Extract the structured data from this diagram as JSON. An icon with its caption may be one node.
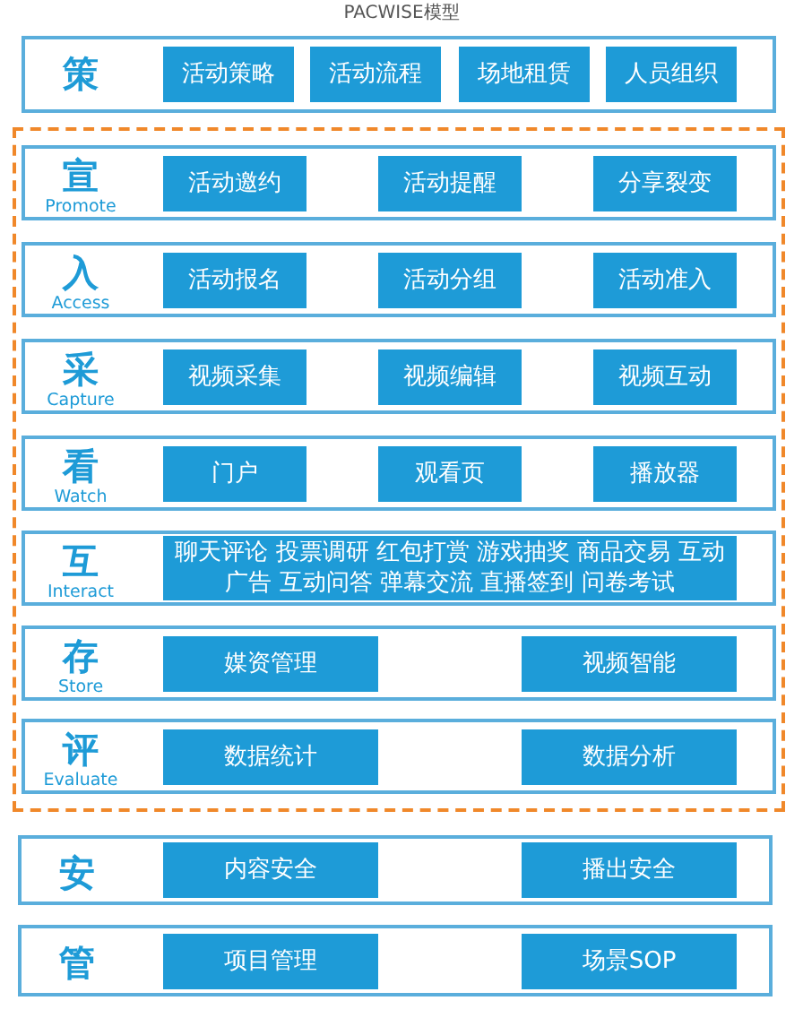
{
  "diagram": {
    "title": "PACWISE模型",
    "nodes": [
      {
        "text": [
          "策"
        ]
      },
      {
        "text": [
          "活动策略"
        ],
        "in": 0
      },
      {
        "text": [
          "活动流程"
        ],
        "in": 0
      },
      {
        "text": [
          "场地租赁"
        ],
        "in": 0
      },
      {
        "text": [
          "人员组织"
        ],
        "in": 0
      },
      {
        "text": [],
        "shape": "box"
      },
      {
        "text": [
          "宣",
          "Promote"
        ],
        "in": 5
      },
      {
        "text": [
          "活动邀约"
        ],
        "in": 6
      },
      {
        "text": [
          "活动提醒"
        ],
        "in": 6
      },
      {
        "text": [
          "分享裂变"
        ],
        "in": 6
      },
      {
        "text": [
          "入",
          "Access"
        ],
        "in": 5
      },
      {
        "text": [
          "活动报名"
        ],
        "in": 10
      },
      {
        "text": [
          "活动分组"
        ],
        "in": 10
      },
      {
        "text": [
          "活动准入"
        ],
        "in": 10
      },
      {
        "text": [
          "采",
          "Capture"
        ],
        "in": 5
      },
      {
        "text": [
          "视频采集"
        ],
        "in": 14
      },
      {
        "text": [
          "视频编辑"
        ],
        "in": 14
      },
      {
        "text": [
          "视频互动"
        ],
        "in": 14
      },
      {
        "text": [
          "看",
          "Watch"
        ],
        "in": 5
      },
      {
        "text": [
          "门户"
        ],
        "in": 18
      },
      {
        "text": [
          "观看页"
        ],
        "in": 18
      },
      {
        "text": [
          "播放器"
        ],
        "in": 18
      },
      {
        "text": [
          "互",
          "Interact"
        ],
        "in": 5
      },
      {
        "text": [
          "聊天评论 投票调研 红包打赏 游戏抽奖 商品交易 互动广告 互动问答 弹幕交流 直播签到 问卷考试"
        ],
        "in": 22
      },
      {
        "text": [
          "存",
          "Store"
        ],
        "in": 5
      },
      {
        "text": [
          "媒资管理"
        ],
        "in": 24
      },
      {
        "text": [
          "视频智能"
        ],
        "in": 24
      },
      {
        "text": [
          "评",
          "Evaluate"
        ],
        "in": 5
      },
      {
        "text": [
          "数据统计"
        ],
        "in": 27
      },
      {
        "text": [
          "数据分析"
        ],
        "in": 27
      },
      {
        "text": [
          "安"
        ]
      },
      {
        "text": [
          "内容安全"
        ],
        "in": 30
      },
      {
        "text": [
          "播出安全"
        ],
        "in": 30
      },
      {
        "text": [
          "管"
        ]
      },
      {
        "text": [
          "项目管理"
        ],
        "in": 33
      },
      {
        "text": [
          "场景SOP"
        ],
        "in": 33
      }
    ]
  }
}
